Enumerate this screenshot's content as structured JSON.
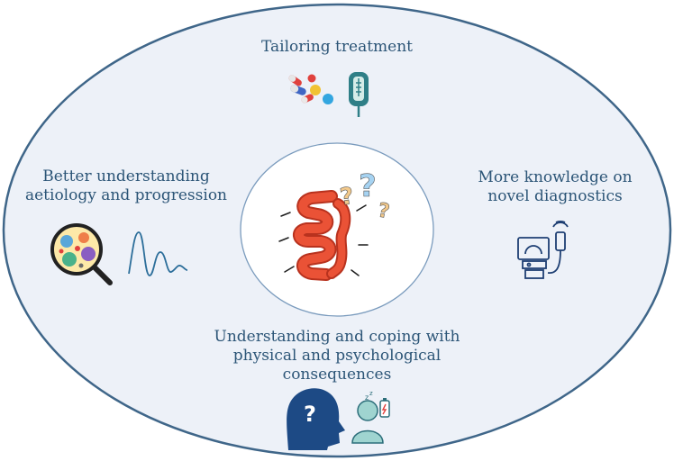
{
  "diagram": {
    "colors": {
      "outer_fill": "#edf1f8",
      "outer_stroke": "#3f6689",
      "inner_stroke": "#7a9bbd",
      "text": "#2c5577",
      "intestine": "#e84a2e",
      "icon_blue": "#1e3f73",
      "icon_teal": "#2c6e7a"
    },
    "sections": {
      "top": {
        "lines": [
          "Tailoring treatment"
        ],
        "icons": [
          "pills-icon",
          "iv-bag-icon"
        ]
      },
      "left": {
        "lines": [
          "Better understanding",
          "aetiology and progression"
        ],
        "icons": [
          "magnifier-microbes-icon",
          "waveform-icon"
        ]
      },
      "right": {
        "lines": [
          "More knowledge on",
          "novel diagnostics"
        ],
        "icons": [
          "ultrasound-machine-icon"
        ]
      },
      "bottom": {
        "lines": [
          "Understanding and coping with",
          "physical and psychological",
          "consequences"
        ],
        "icons": [
          "head-question-icon",
          "tired-person-icon"
        ]
      }
    },
    "center": {
      "icons": [
        "intestine-icon",
        "question-marks-icon"
      ]
    }
  }
}
